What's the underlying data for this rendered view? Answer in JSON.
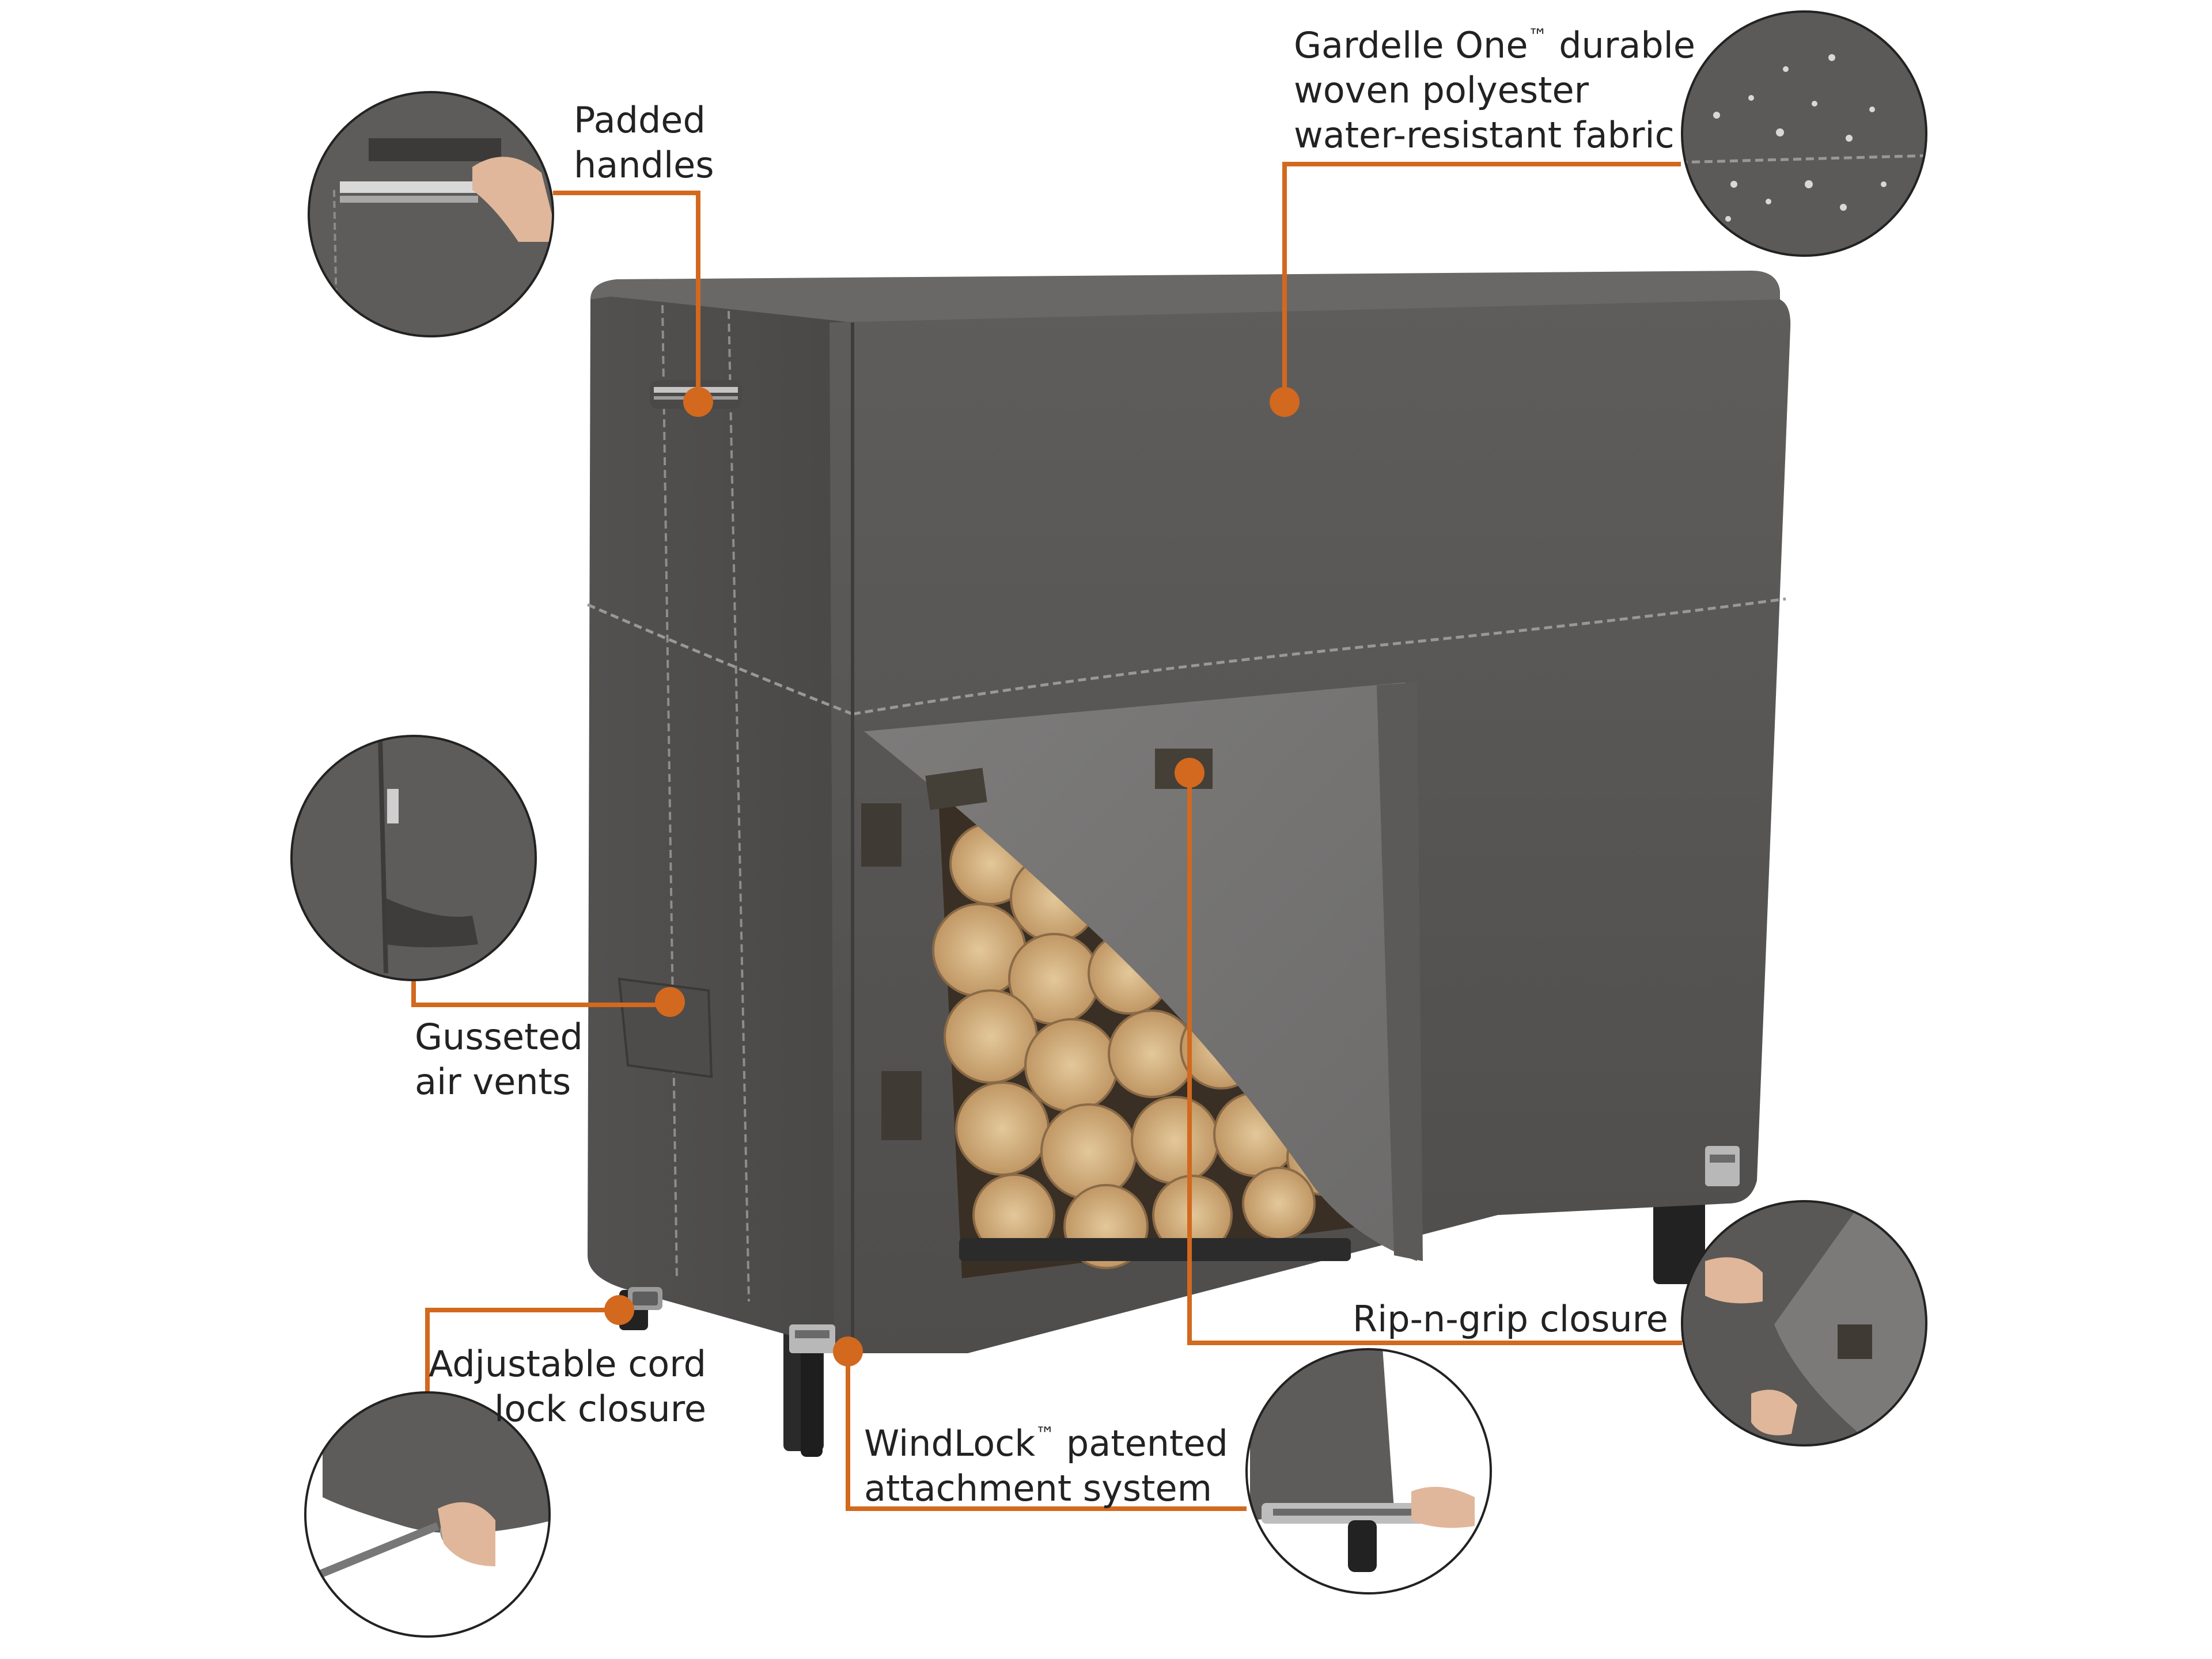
{
  "accent_color": "#d2691e",
  "fabric_color": "#5a5856",
  "callouts": {
    "handles": {
      "line1": "Padded",
      "line2": "handles",
      "icon": "padded-handle-detail"
    },
    "fabric": {
      "line1a": "Gardelle One",
      "tm": "™",
      "line1b": " durable",
      "line2": "woven polyester",
      "line3": "water-resistant fabric",
      "icon": "water-beading-fabric-detail"
    },
    "vents": {
      "line1": "Gusseted",
      "line2": "air vents",
      "icon": "air-vent-detail"
    },
    "closure": {
      "line1": "Rip-n-grip closure",
      "icon": "hook-loop-closure-detail"
    },
    "cordlock": {
      "line1": "Adjustable cord",
      "line2": "lock closure",
      "icon": "cord-lock-detail"
    },
    "windlock": {
      "line1a": "WindLock",
      "tm": "™",
      "line1b": " patented",
      "line2": "attachment system",
      "icon": "windlock-strap-detail"
    }
  }
}
